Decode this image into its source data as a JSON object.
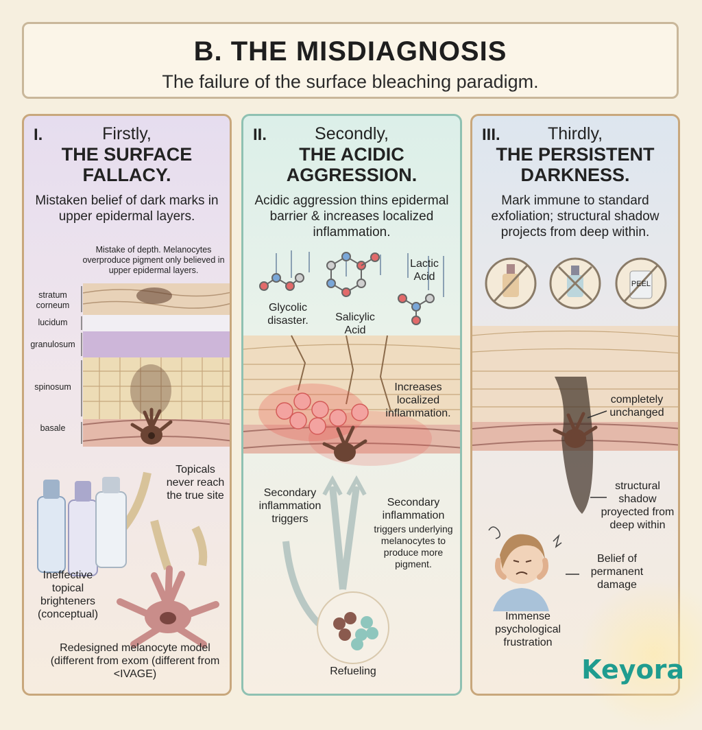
{
  "header": {
    "title": "B. THE MISDIAGNOSIS",
    "subtitle": "The failure of the surface bleaching paradigm."
  },
  "panels": [
    {
      "roman": "I.",
      "ordinal": "Firstly,",
      "heading1": "THE SURFACE",
      "heading2": "FALLACY.",
      "desc": "Mistaken belief of dark marks in upper epidermal layers.",
      "note": "Mistake of depth. Melanocytes overproduce pigment only believed in upper epidermal layers.",
      "layers": [
        "stratum corneum",
        "lucidum",
        "granulosum",
        "spinosum",
        "basale"
      ],
      "topicals_label": "Topicals never reach the true site",
      "bottles_label": "Ineffective topical brighteners (conceptual)",
      "model_label": "Redesigned melanocyte model (different from exom (different from <IVAGE)"
    },
    {
      "roman": "II.",
      "ordinal": "Secondly,",
      "heading1": "THE ACIDIC",
      "heading2": "AGGRESSION.",
      "desc": "Acidic aggression thins epidermal barrier & increases localized inflammation.",
      "acids": [
        "Glycolic disaster.",
        "Salicylic Acid",
        "Lactic Acid"
      ],
      "inflammation_label": "Increases localized inflammation.",
      "trigger_label": "Secondary inflammation triggers",
      "trigger2_label": "Secondary inflammation",
      "trigger2_detail": "triggers underlying melanocytes to produce more pigment.",
      "refuel_label": "Refueling"
    },
    {
      "roman": "III.",
      "ordinal": "Thirdly,",
      "heading1": "THE PERSISTENT",
      "heading2": "DARKNESS.",
      "desc": "Mark immune to standard exfoliation; structural shadow projects from deep within.",
      "peel_text": "PEEL",
      "unchanged_label": "completely unchanged",
      "shadow_label": "structural shadow proyected from deep within",
      "damage_label": "Belief of permanent damage",
      "frustration_label": "Immense psychological frustration"
    }
  ],
  "logo": "Keyora",
  "colors": {
    "accent_teal": "#1f9c8f",
    "inflammation_red": "#e8554f",
    "pigment_brown": "#5b3a2a"
  }
}
